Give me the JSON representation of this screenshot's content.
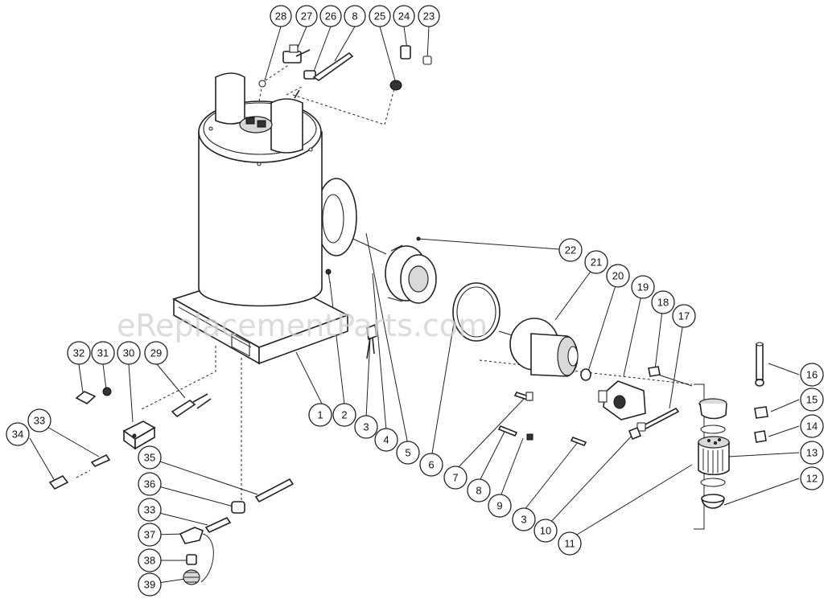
{
  "watermark": "eReplacementParts.com",
  "callouts": [
    {
      "label": "28"
    },
    {
      "label": "27"
    },
    {
      "label": "26"
    },
    {
      "label": "8"
    },
    {
      "label": "25"
    },
    {
      "label": "24"
    },
    {
      "label": "23"
    },
    {
      "label": "22"
    },
    {
      "label": "21"
    },
    {
      "label": "20"
    },
    {
      "label": "19"
    },
    {
      "label": "18"
    },
    {
      "label": "17"
    },
    {
      "label": "16"
    },
    {
      "label": "15"
    },
    {
      "label": "14"
    },
    {
      "label": "13"
    },
    {
      "label": "12"
    },
    {
      "label": "11"
    },
    {
      "label": "10"
    },
    {
      "label": "3"
    },
    {
      "label": "9"
    },
    {
      "label": "8"
    },
    {
      "label": "7"
    },
    {
      "label": "6"
    },
    {
      "label": "5"
    },
    {
      "label": "4"
    },
    {
      "label": "3"
    },
    {
      "label": "2"
    },
    {
      "label": "1"
    },
    {
      "label": "32"
    },
    {
      "label": "31"
    },
    {
      "label": "30"
    },
    {
      "label": "29"
    },
    {
      "label": "33"
    },
    {
      "label": "34"
    },
    {
      "label": "35"
    },
    {
      "label": "36"
    },
    {
      "label": "33"
    },
    {
      "label": "37"
    },
    {
      "label": "38"
    },
    {
      "label": "39"
    }
  ]
}
